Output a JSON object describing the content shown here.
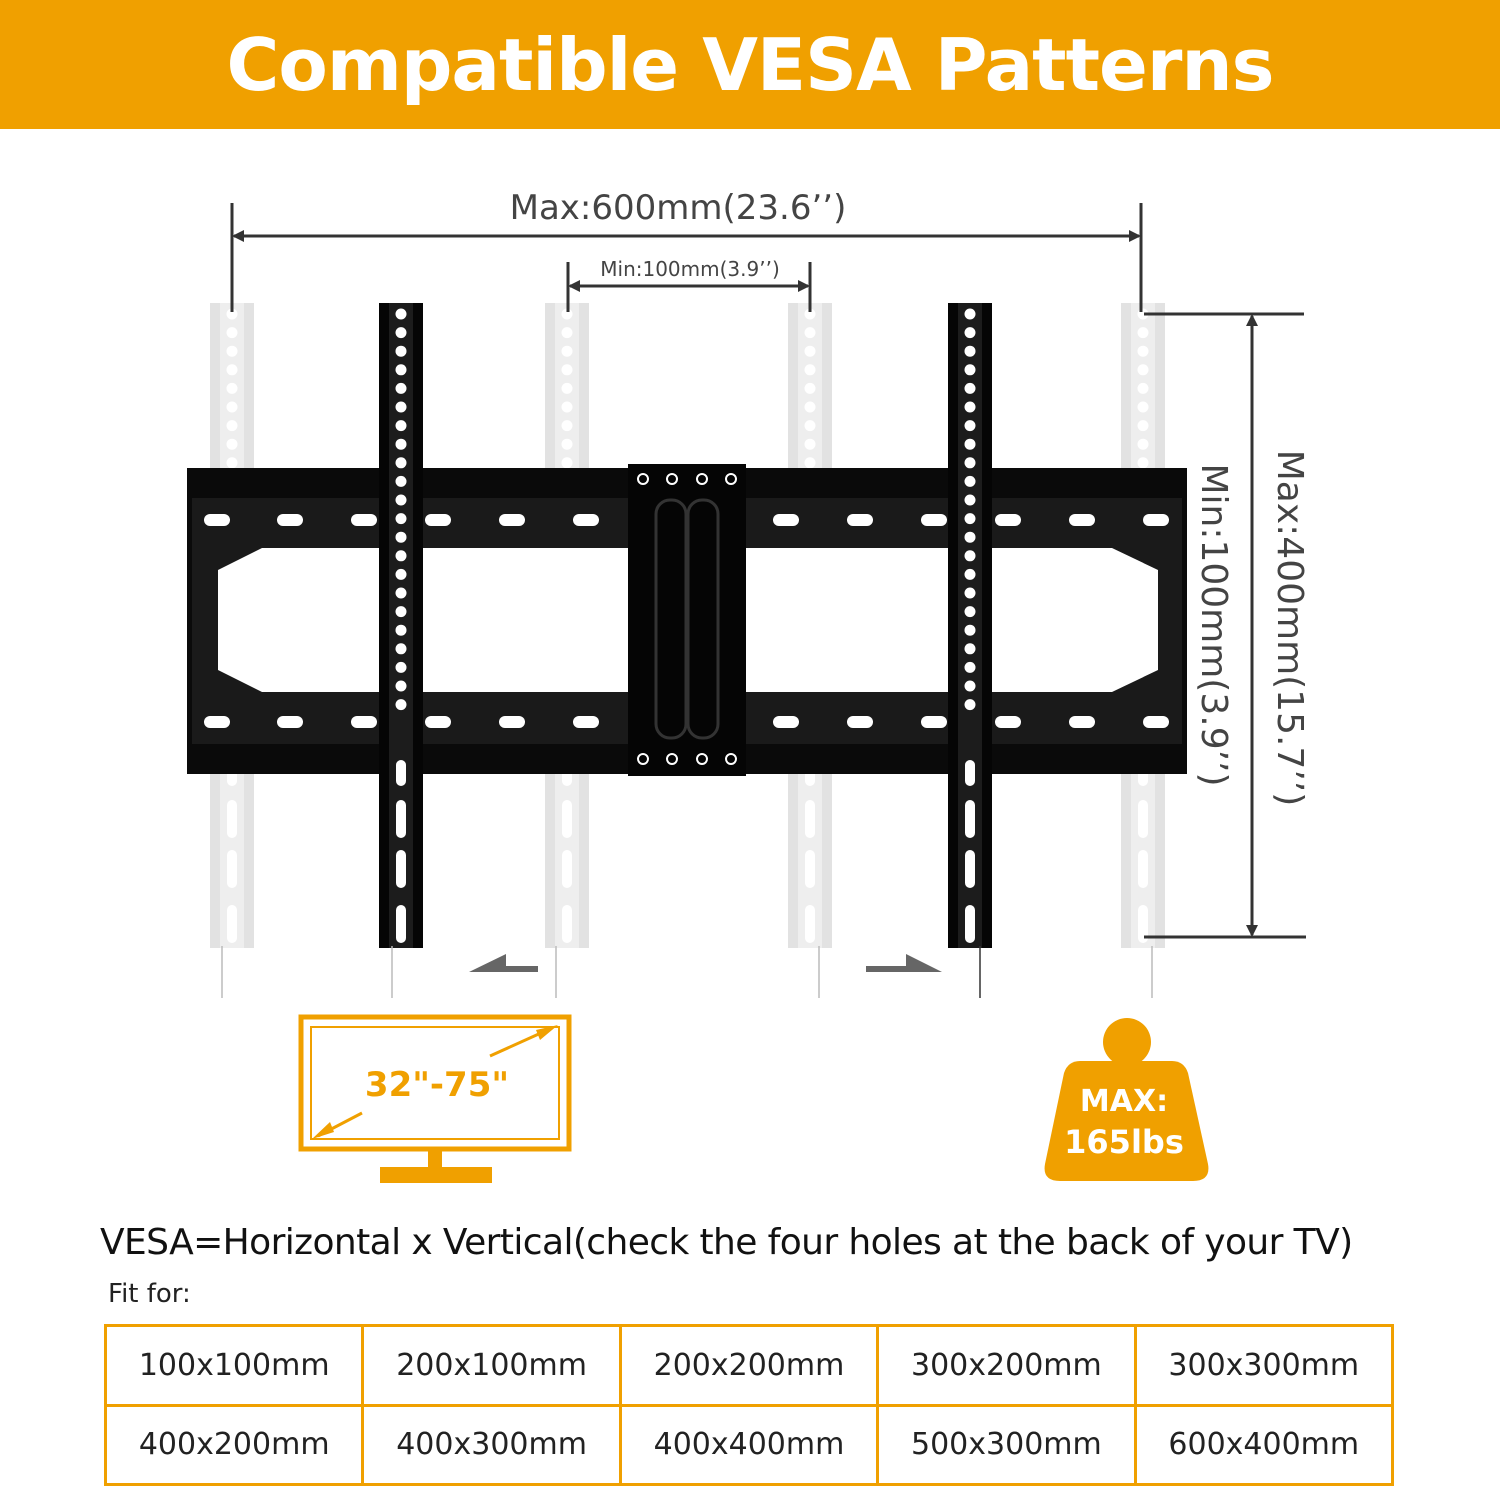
{
  "header": {
    "title": "Compatible VESA Patterns"
  },
  "dimensions": {
    "max_width_label": "Max:600mm(23.6’’)",
    "min_width_label": "Min:100mm(3.9’’)",
    "max_height_label": "Max:400mm(15.7’’)",
    "min_height_label": "Min:100mm(3.9’’)"
  },
  "tv_badge": {
    "size_label": "32\"-75\""
  },
  "weight_badge": {
    "line1": "MAX:",
    "line2": "165lbs"
  },
  "vesa_heading": "VESA=Horizontal x Vertical(check the four holes at the back of your TV)",
  "fit_label": "Fit for:",
  "fit_table": {
    "rows": [
      [
        "100x100mm",
        "200x100mm",
        "200x200mm",
        "300x200mm",
        "300x300mm"
      ],
      [
        "400x200mm",
        "400x300mm",
        "400x400mm",
        "500x300mm",
        "600x400mm"
      ]
    ]
  },
  "colors": {
    "accent": "#f0a000",
    "mount": "#000000",
    "ghost": "#e2e2e2"
  }
}
